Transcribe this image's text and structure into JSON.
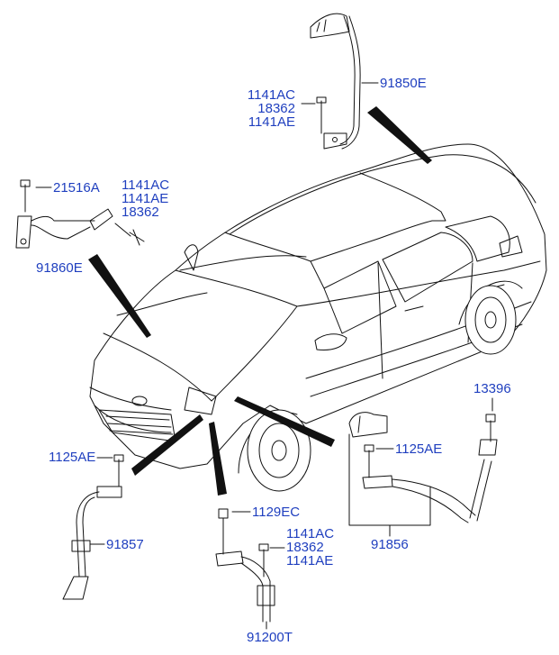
{
  "colors": {
    "label": "#1f3fbf",
    "line": "#111111",
    "background": "#ffffff"
  },
  "labels": {
    "p91850E": "91850E",
    "p1141AC_top": "1141AC",
    "p18362_top": "18362",
    "p1141AE_top": "1141AE",
    "p21516A": "21516A",
    "p1141AC_mid": "1141AC",
    "p1141AE_mid": "1141AE",
    "p18362_mid": "18362",
    "p91860E": "91860E",
    "p13396": "13396",
    "p1125AE_left": "1125AE",
    "p1125AE_right": "1125AE",
    "p91857": "91857",
    "p1129EC": "1129EC",
    "p1141AC_bot": "1141AC",
    "p18362_bot": "18362",
    "p1141AE_bot": "1141AE",
    "p91856": "91856",
    "p91200T": "91200T"
  }
}
